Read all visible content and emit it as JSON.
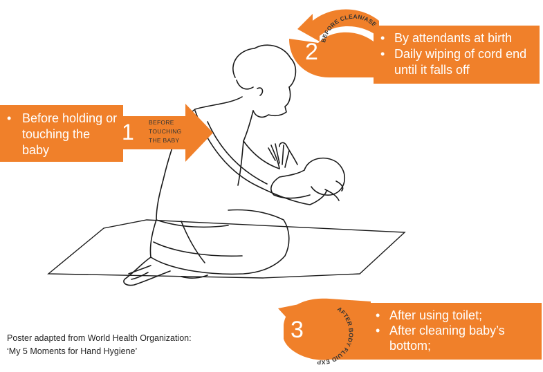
{
  "moment1": {
    "number": "1",
    "label_lines": [
      "BEFORE",
      "TOUCHING",
      "THE BABY"
    ],
    "items": [
      "Before holding or touching the baby"
    ]
  },
  "moment2": {
    "number": "2",
    "arc_label": "BEFORE CLEAN/ASEPTIC PROCEDURE",
    "items": [
      "By attendants at birth",
      "Daily wiping of cord end until it falls off"
    ]
  },
  "moment3": {
    "number": "3",
    "arc_label": "AFTER BODY FLUID EXPOSURE RISK",
    "items": [
      "After using toilet;",
      "After cleaning baby’s bottom;"
    ]
  },
  "caption": {
    "line1": "Poster adapted from World Health Organization:",
    "line2": "‘My 5 Moments for Hand Hygiene’"
  },
  "colors": {
    "accent": "#F0802A",
    "line": "#1a1a1a"
  }
}
